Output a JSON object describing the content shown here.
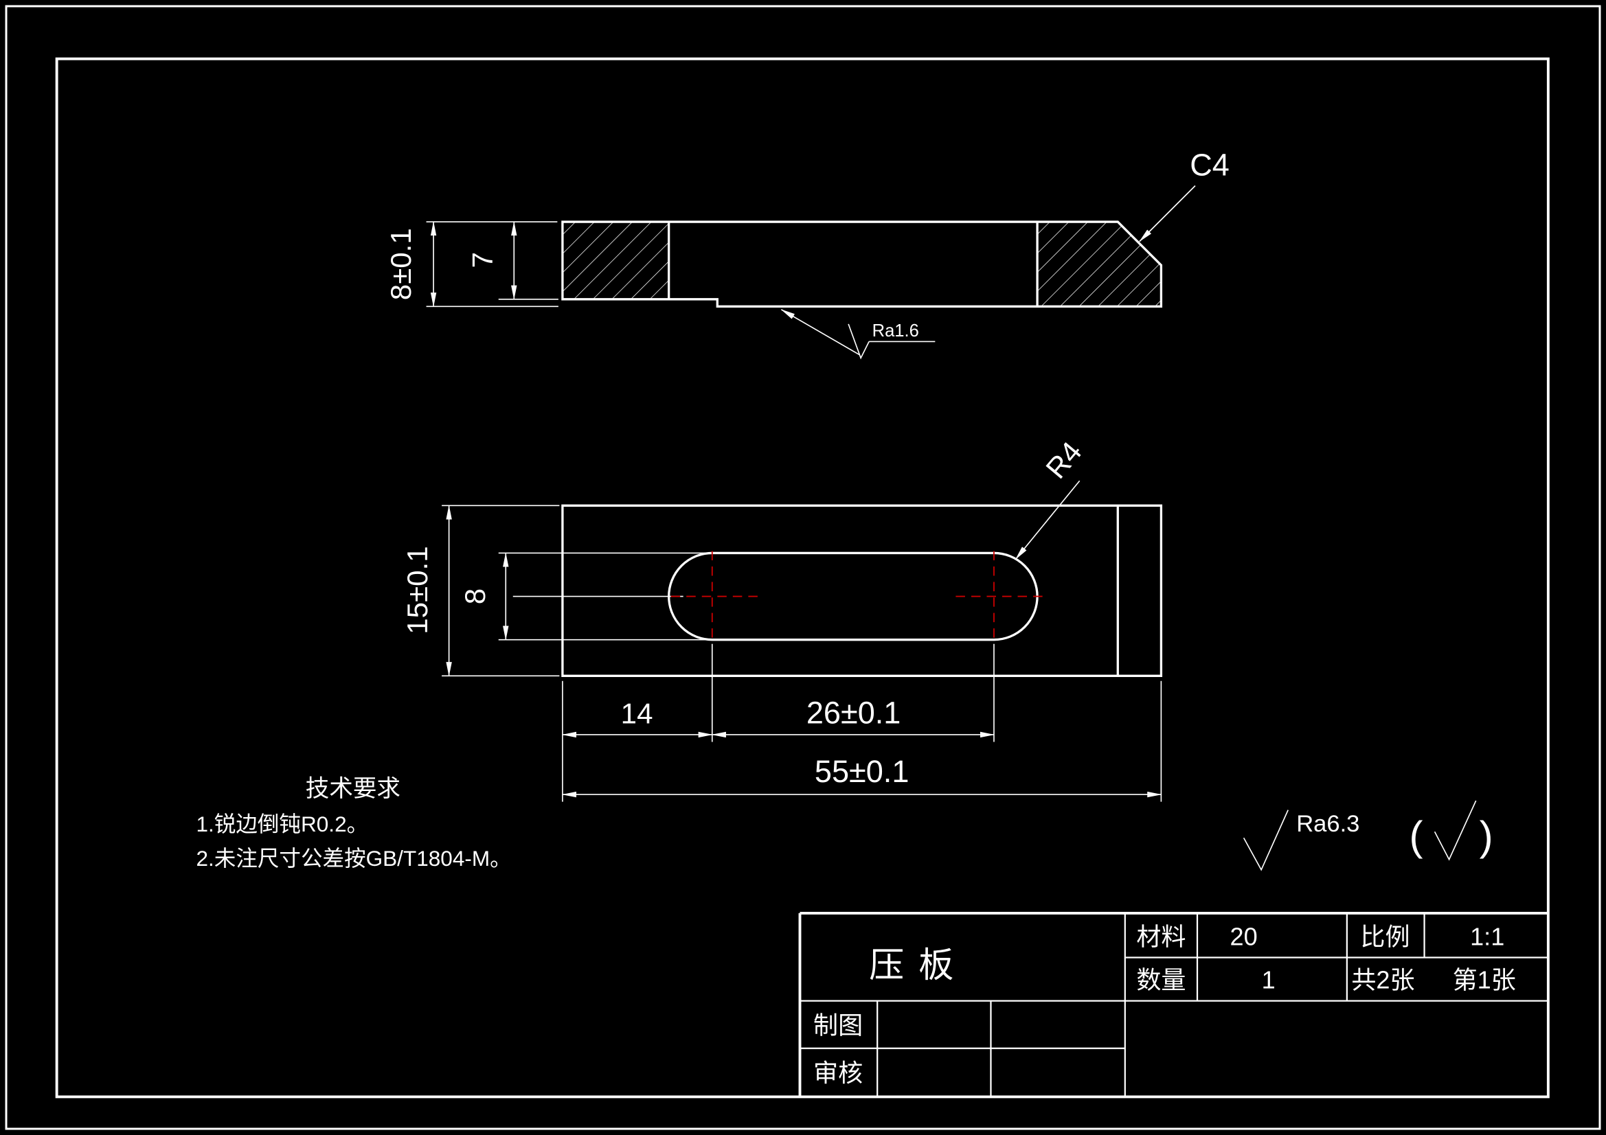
{
  "drawing": {
    "section_view": {
      "dim_total_height": "8±0.1",
      "dim_step_height": "7",
      "chamfer_label": "C4",
      "roughness_slot": "Ra1.6"
    },
    "plan_view": {
      "dim_plate_width": "15±0.1",
      "dim_slot_width": "8",
      "dim_slot_offset": "14",
      "dim_slot_length": "26±0.1",
      "dim_plate_length": "55±0.1",
      "radius_label": "R4"
    },
    "notes": {
      "heading": "技术要求",
      "line1": "1.锐边倒钝R0.2。",
      "line2": "2.未注尺寸公差按GB/T1804-M。"
    },
    "finish": {
      "general_roughness": "Ra6.3",
      "paren_open": "(",
      "paren_close": ")"
    },
    "title_block": {
      "part_name": "压板",
      "material_label": "材料",
      "material_value": "20",
      "scale_label": "比例",
      "scale_value": "1:1",
      "qty_label": "数量",
      "qty_value": "1",
      "sheet_total": "共2张",
      "sheet_index": "第1张",
      "drafter_label": "制图",
      "auditor_label": "审核"
    },
    "colors": {
      "background": "#000000",
      "lines": "#ffffff",
      "centerline_red": "#cc0000"
    }
  }
}
